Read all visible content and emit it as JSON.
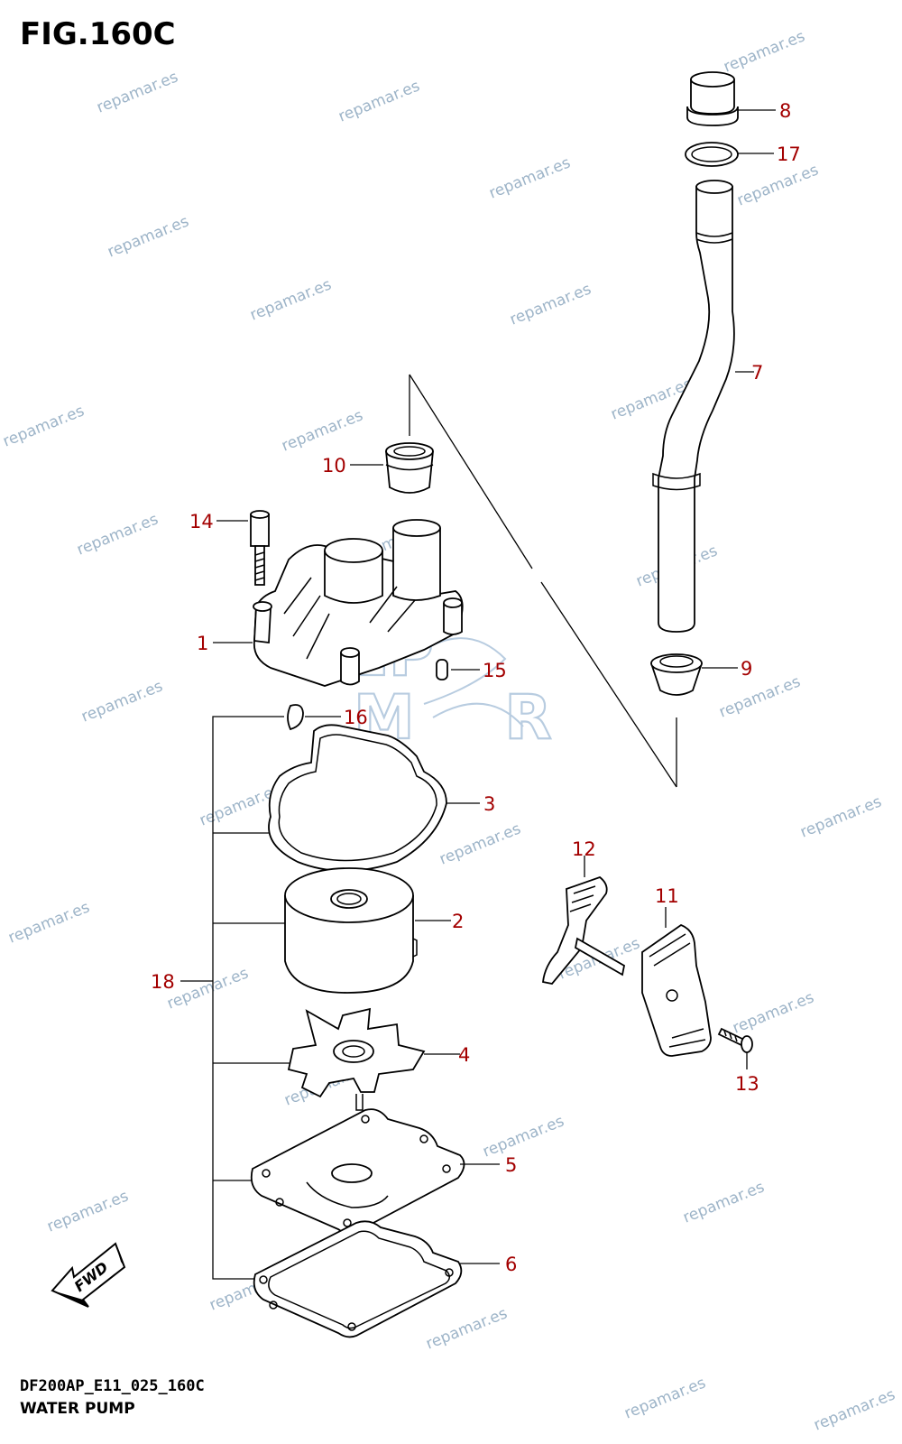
{
  "figure": {
    "title": "FIG.160C",
    "code": "DF200AP_E11_025_160C",
    "name": "WATER PUMP"
  },
  "fwd_arrow": {
    "label": "FWD"
  },
  "watermark": {
    "text": "repamar.es",
    "color": "#9db4c8"
  },
  "logo": {
    "text_top": "REP",
    "text_bottom": "M R",
    "color": "#7fa4c8"
  },
  "callouts": [
    "1",
    "2",
    "3",
    "4",
    "5",
    "6",
    "7",
    "8",
    "9",
    "10",
    "11",
    "12",
    "13",
    "14",
    "15",
    "16",
    "17",
    "18"
  ],
  "callout_color": "#a30000"
}
